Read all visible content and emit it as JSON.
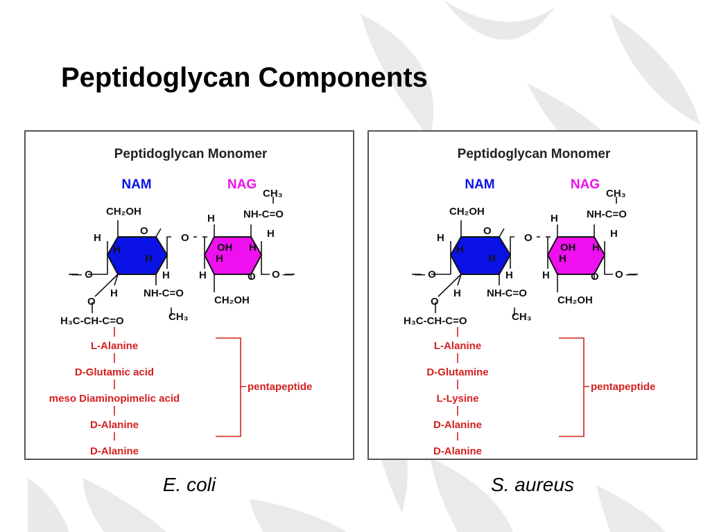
{
  "slide": {
    "title": "Peptidoglycan Components"
  },
  "colors": {
    "nam": "#0a12e6",
    "nag": "#ee10ee",
    "peptide": "#d41f1f",
    "text": "#111111"
  },
  "panels": [
    {
      "caption": "E. coli",
      "monomer_title": "Peptidoglycan Monomer",
      "nam_label": "NAM",
      "nag_label": "NAG",
      "bracket_label": "pentapeptide",
      "peptide": [
        "L-Alanine",
        "D-Glutamic acid",
        "meso Diaminopimelic acid",
        "D-Alanine",
        "D-Alanine"
      ]
    },
    {
      "caption": "S. aureus",
      "monomer_title": "Peptidoglycan Monomer",
      "nam_label": "NAM",
      "nag_label": "NAG",
      "bracket_label": "pentapeptide",
      "peptide": [
        "L-Alanine",
        "D-Glutamine",
        "L-Lysine",
        "D-Alanine",
        "D-Alanine"
      ]
    }
  ]
}
